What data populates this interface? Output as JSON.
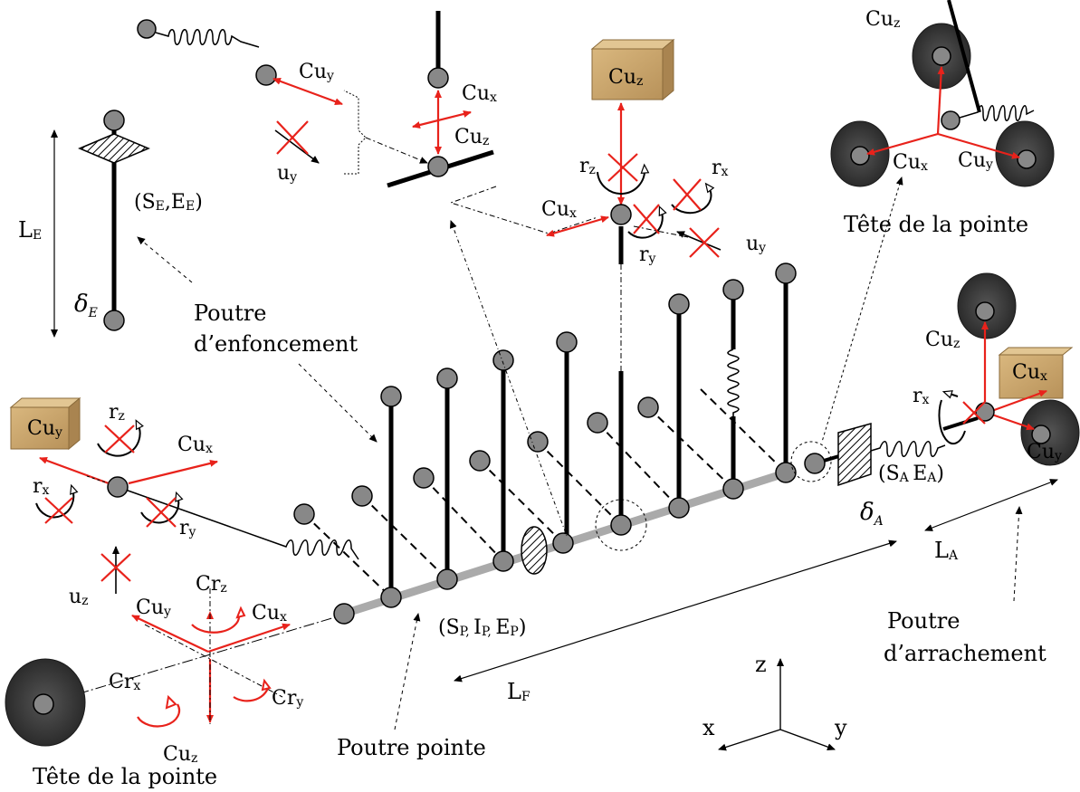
{
  "labels": {
    "poutre_enfoncement": [
      "Poutre",
      "d’enfoncement"
    ],
    "poutre_pointe": "Poutre pointe",
    "poutre_arrachement": [
      "Poutre",
      "d’arrachement"
    ],
    "tete_pointe_bottom": "Tête de la pointe",
    "tete_pointe_right": "Tête de la pointe",
    "L_E": "L",
    "L_E_sub": "E",
    "L_F": "L",
    "L_F_sub": "F",
    "L_A": "L",
    "L_A_sub": "A",
    "delta_E": "δ",
    "delta_E_sub": "E",
    "delta_A": "δ",
    "delta_A_sub": "A",
    "SE_EE": [
      "(S",
      "E",
      ",E",
      "E",
      ")"
    ],
    "SP_IP_EP": [
      "(S",
      "P, ",
      "I",
      "P, ",
      "E",
      "P",
      ")"
    ],
    "SA_EA": [
      "(S",
      "A ",
      "E",
      "A",
      ")"
    ]
  },
  "forces": {
    "Cu": "Cu",
    "Cr": "Cr",
    "u": "u",
    "r": "r",
    "x": "x",
    "y": "y",
    "z": "z"
  },
  "axes": {
    "x": "x",
    "y": "y",
    "z": "z"
  },
  "colors": {
    "red": "#e8221b",
    "node": "#888888",
    "rod": "#aaaaaa",
    "box": "#c8a46a"
  }
}
